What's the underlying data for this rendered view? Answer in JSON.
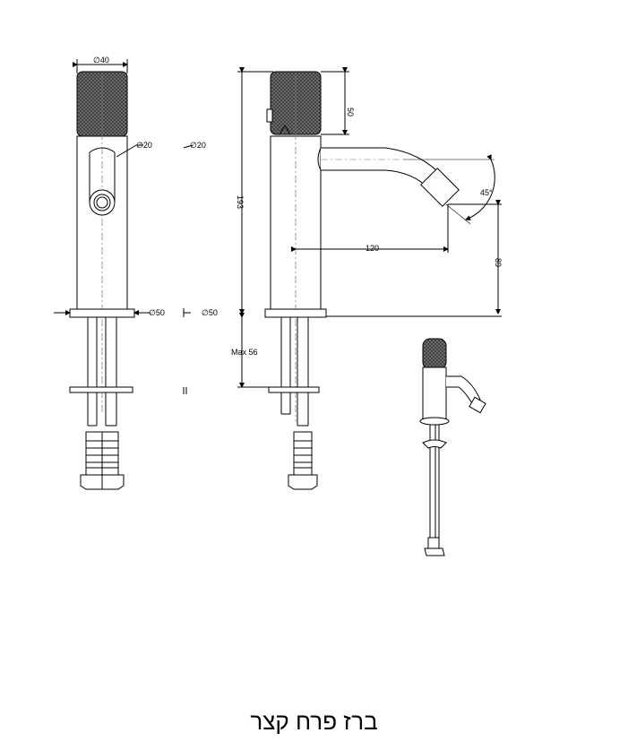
{
  "drawing": {
    "front_view": {
      "body_diameter": "∅40",
      "outlet_diameter": "∅20",
      "outlet_diameter_ref": "∅20",
      "base_diameter": "∅50",
      "base_diameter_ref": "∅50"
    },
    "side_view": {
      "handle_height": "50",
      "total_height": "193",
      "spout_reach": "120",
      "spout_height": "89",
      "spout_angle": "45°",
      "max_deck_thickness": "Max  56"
    }
  },
  "caption": "ברז פרח קצר",
  "colors": {
    "line": "#000000",
    "knurl": "#2b2b2b",
    "centerline": "#777777"
  }
}
